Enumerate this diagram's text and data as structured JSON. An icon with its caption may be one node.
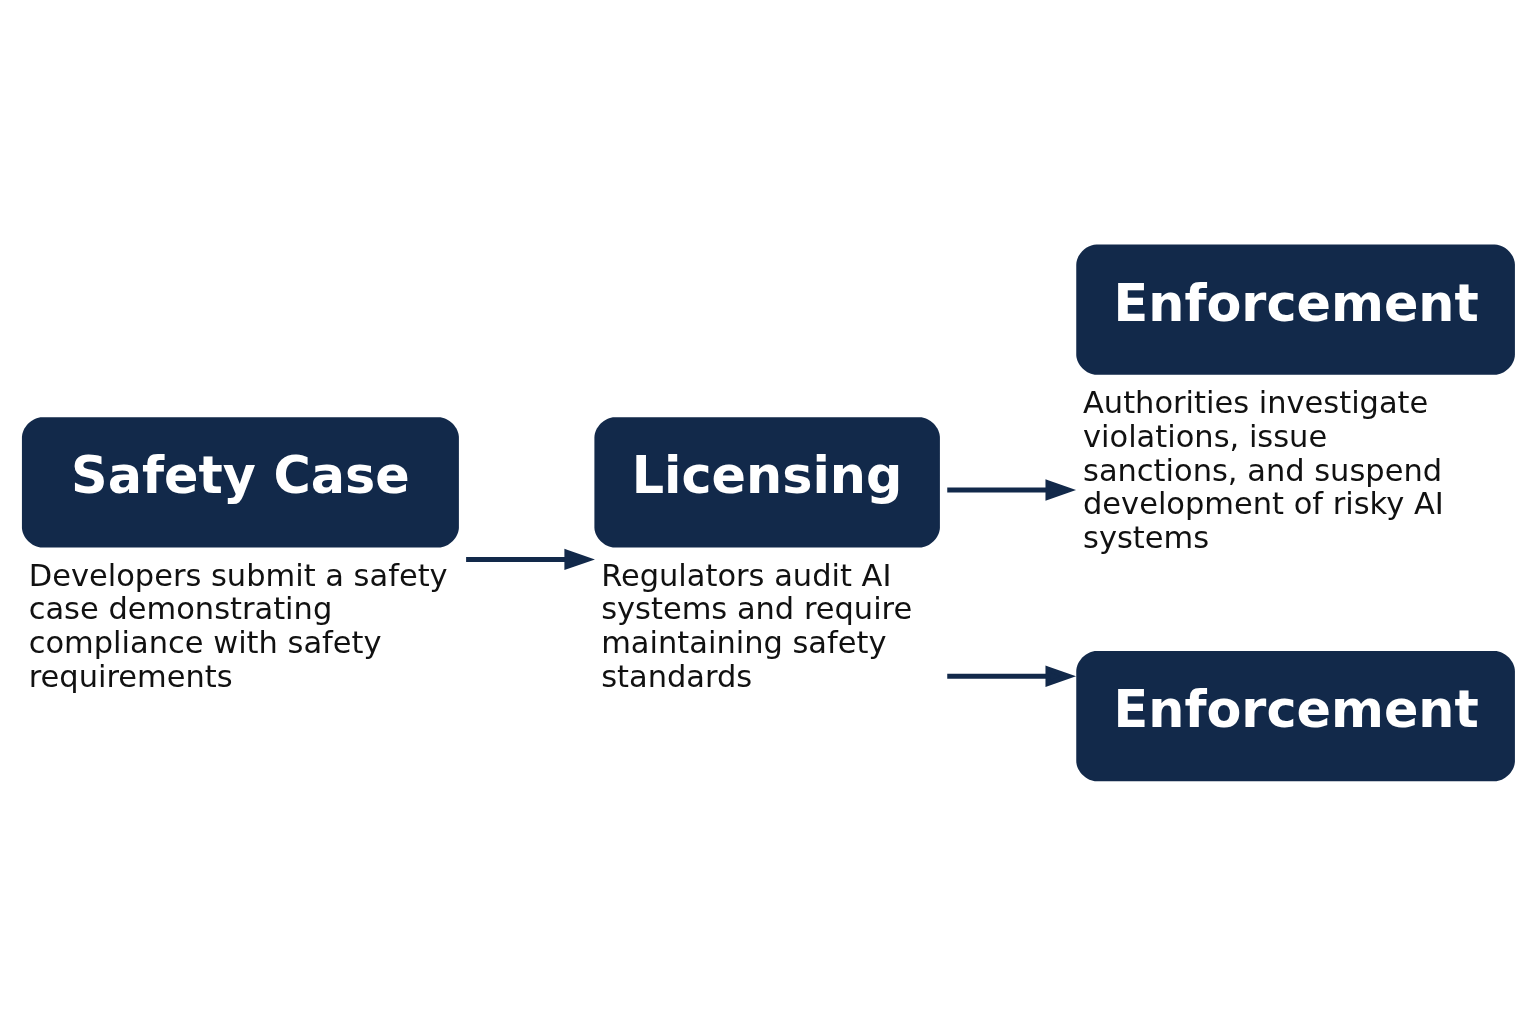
{
  "diagram": {
    "nodes": [
      {
        "text": [
          "Safety Case"
        ],
        "beside": [
          "Developers submit a safety case demonstrating compliance with safety requirements"
        ]
      },
      {
        "text": [
          "Licensing"
        ],
        "beside": [
          "Regulators audit AI systems and require maintaining safety standards"
        ]
      },
      {
        "text": [
          "Enforcement"
        ],
        "beside": [
          "Authorities investigate violations, issue sanctions, and suspend development of risky AI systems"
        ]
      },
      {
        "text": [
          "Enforcement"
        ]
      }
    ],
    "edges": [
      {
        "from": 0,
        "to": 1,
        "arrow": "to"
      },
      {
        "from": 1,
        "to": 2,
        "arrow": "to"
      },
      {
        "from": 1,
        "to": 3,
        "arrow": "to"
      }
    ]
  }
}
